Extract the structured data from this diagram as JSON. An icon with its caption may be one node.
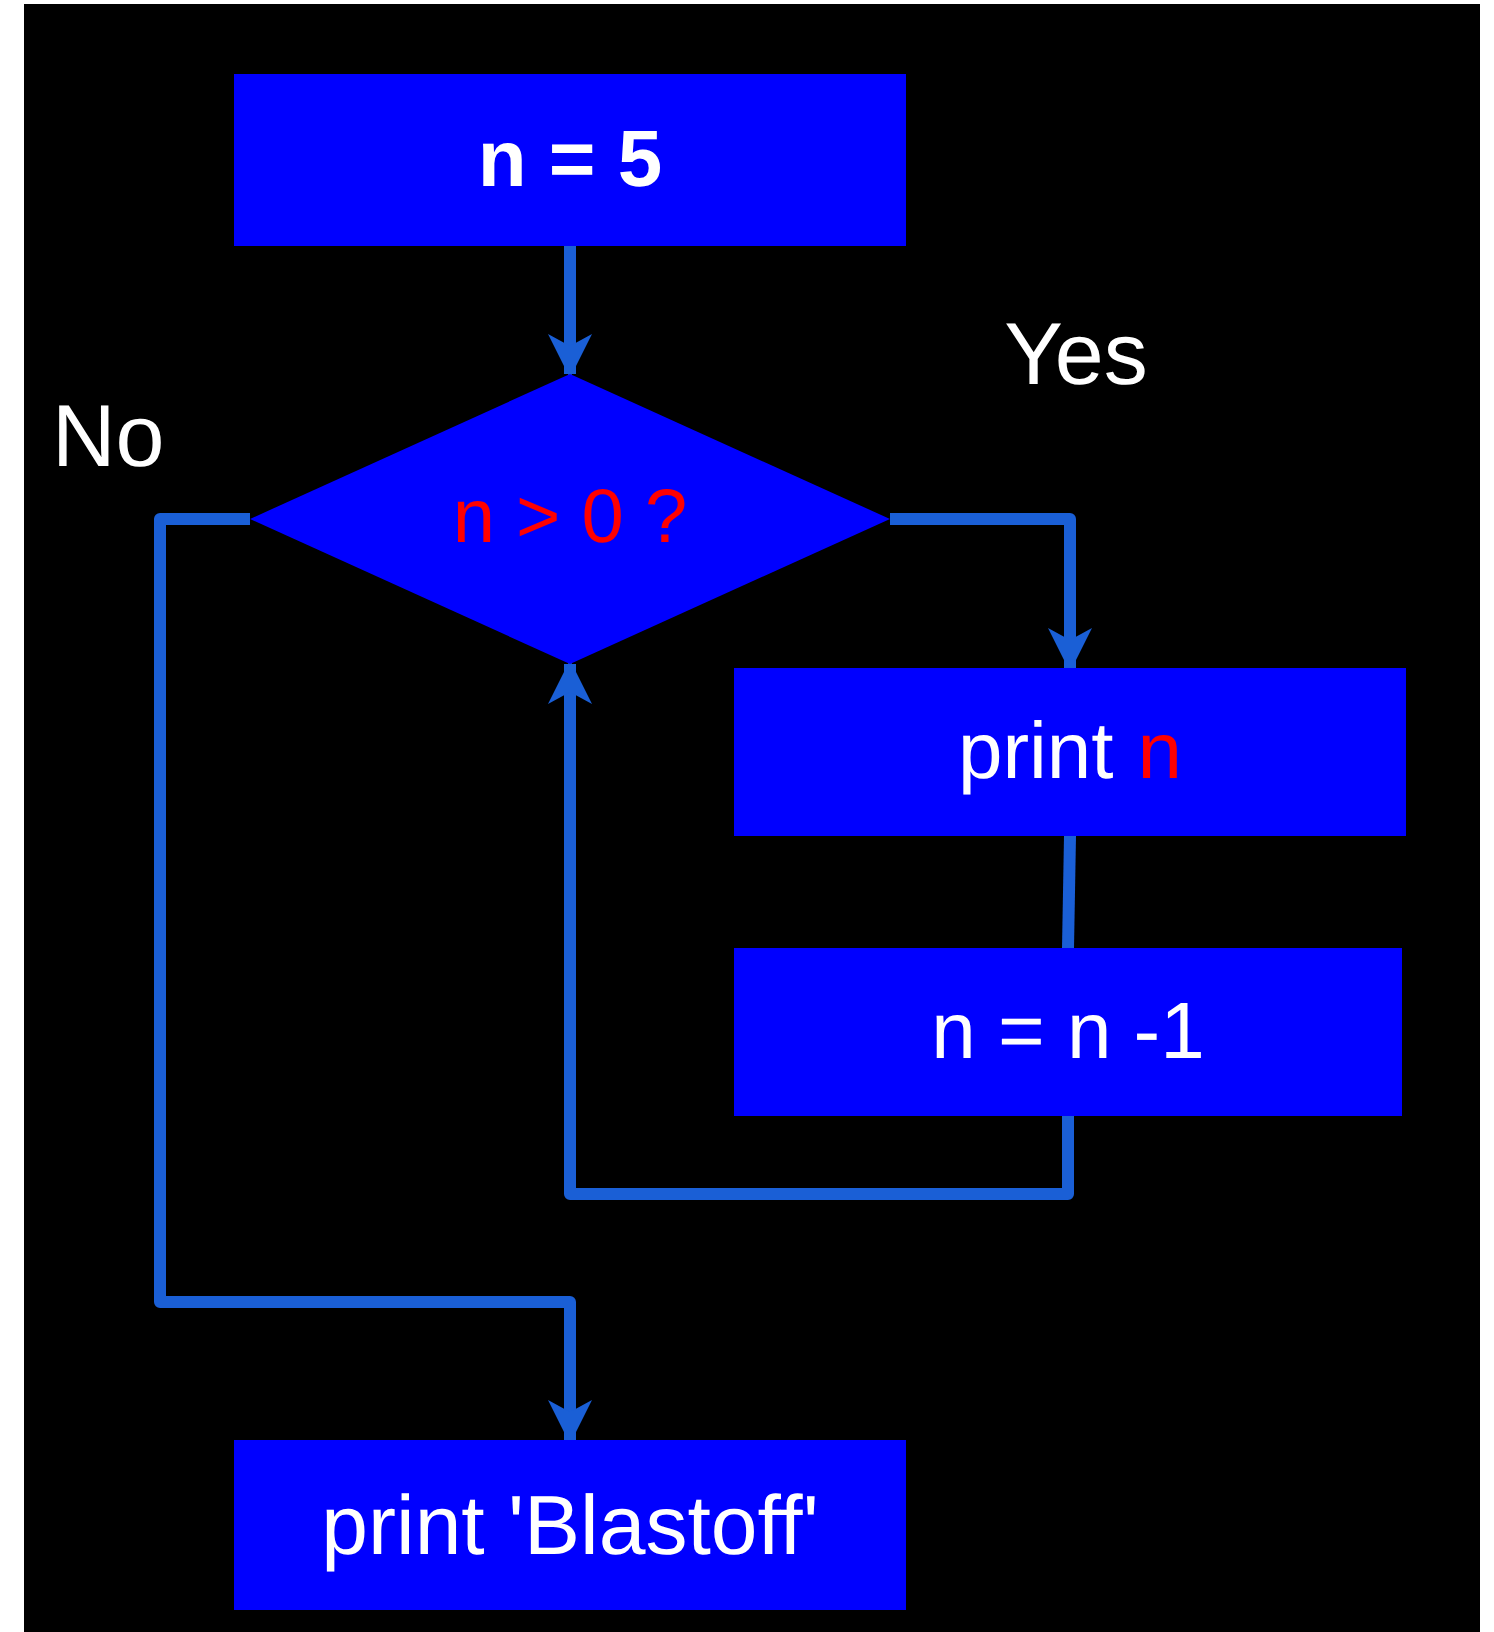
{
  "diagram": {
    "nodes": [
      {
        "text": [
          "n = 5"
        ]
      },
      {
        "text": [
          "n > 0 ?"
        ]
      },
      {
        "text": [
          "print",
          "n"
        ]
      },
      {
        "text": [
          "n = n -1"
        ]
      },
      {
        "text": [
          "print 'Blastoff'"
        ]
      }
    ],
    "edges": [
      {
        "from": 0,
        "to": 1,
        "arrow": "to"
      },
      {
        "from": 1,
        "to": 2,
        "arrow": "to",
        "label": "Yes"
      },
      {
        "from": 2,
        "to": 3,
        "arrow": "none"
      },
      {
        "from": 3,
        "to": 1,
        "arrow": "to"
      },
      {
        "from": 1,
        "to": 4,
        "arrow": "to",
        "label": "No"
      }
    ]
  }
}
